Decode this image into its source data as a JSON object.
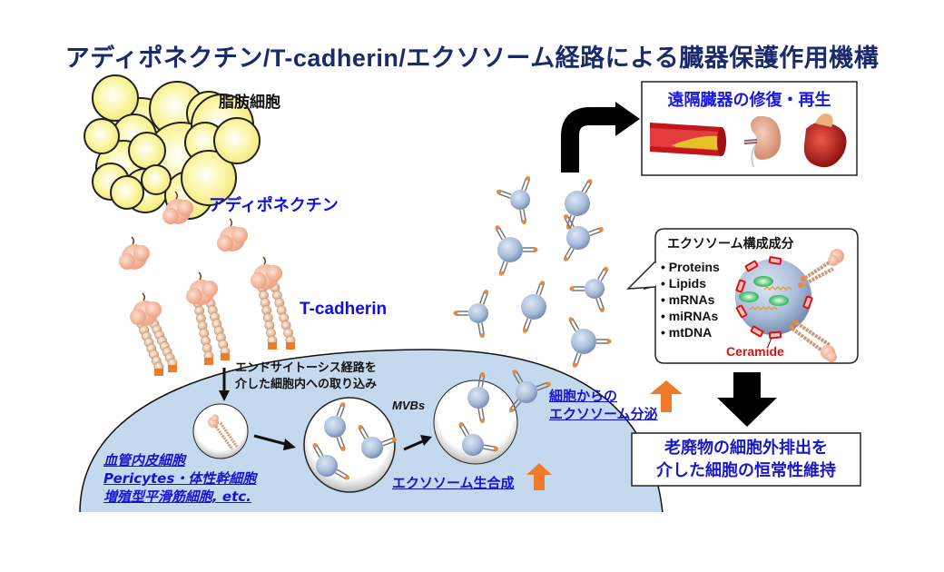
{
  "title": "アディポネクチン/T-cadherin/エクソソーム経路による臓器保護作用機構",
  "labels": {
    "adipocyte": "脂肪細胞",
    "adiponectin": "アディポネクチン",
    "tcadherin": "T-cadherin",
    "endocytosis_line1": "エンドサイトーシス経路を",
    "endocytosis_line2": "介した細胞内への取り込み",
    "mvbs": "MVBs",
    "exosome_biogenesis": "エクソソーム生合成",
    "secretion_line1": "細胞からの",
    "secretion_line2": "エクソソーム分泌"
  },
  "cell_types": [
    "血管内皮細胞",
    "Pericytes・体性幹細胞",
    "増殖型平滑筋細胞, etc."
  ],
  "organ_box": {
    "title": "遠隔臓器の修復・再生",
    "organs": [
      "blood-vessel",
      "kidney",
      "heart"
    ]
  },
  "exosome_components": {
    "title": "エクソソーム構成成分",
    "items": [
      "Proteins",
      "Lipids",
      "mRNAs",
      "miRNAs",
      "mtDNA"
    ],
    "ceramide": "Ceramide"
  },
  "outcome_box": {
    "line1": "老廃物の細胞外排出を",
    "line2": "介した細胞の恒常性維持"
  },
  "colors": {
    "title": "#1a2a6c",
    "blue_label": "#1010e0",
    "link": "#1414d8",
    "cell_fill": "#c5d9ee",
    "exosome": "#a9bddb",
    "adipocyte": "#fbf6a6",
    "orange_arrow": "#ee7a2a",
    "ceramide": "#e01010",
    "tcadherin_anchor": "#ee7a2a",
    "adiponectin": "#f4b49a"
  }
}
